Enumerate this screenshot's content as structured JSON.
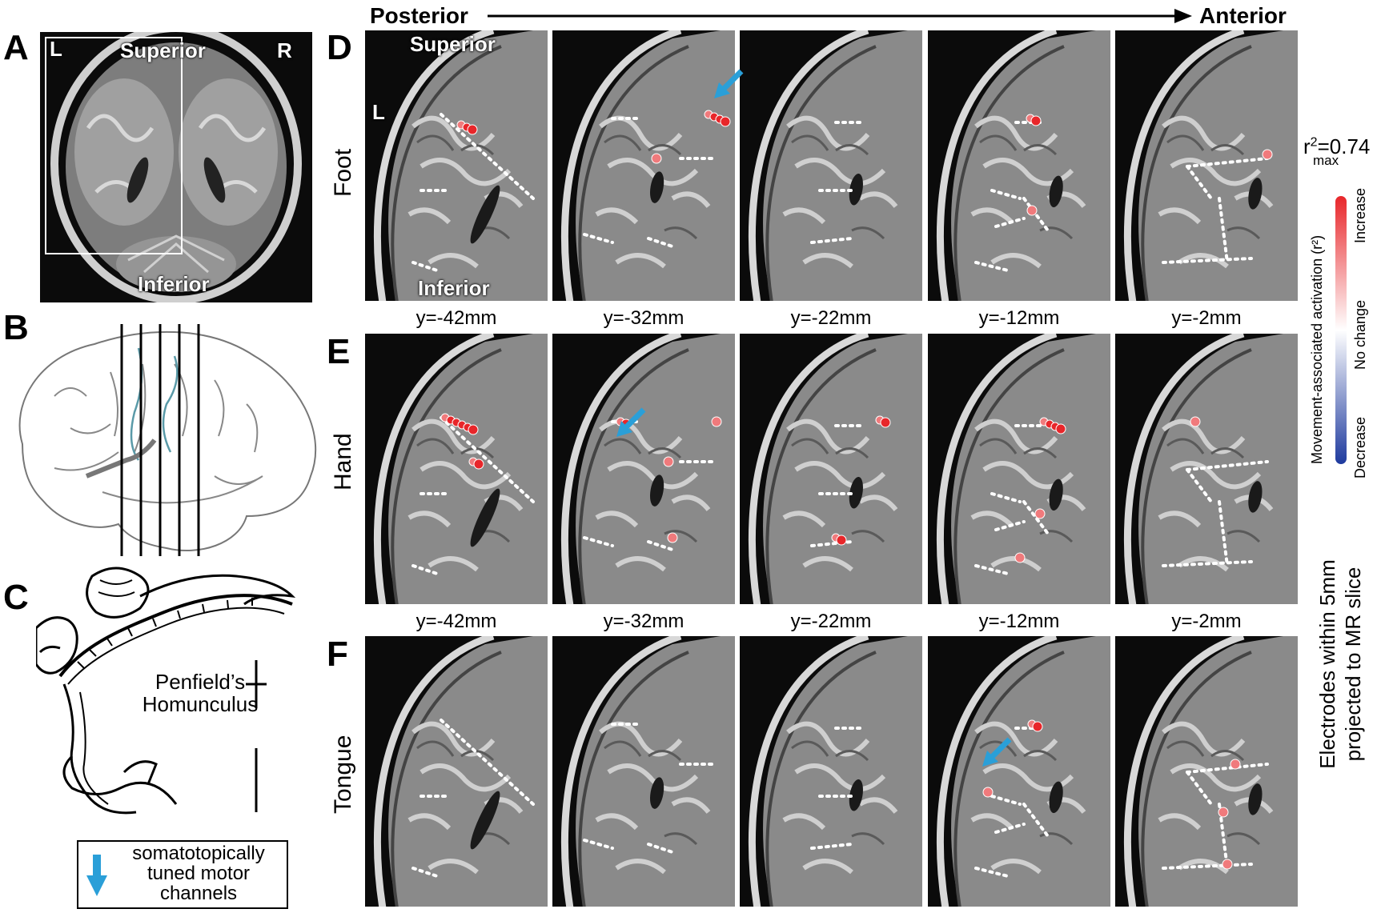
{
  "panels": {
    "A": {
      "letter": "A",
      "left": "L",
      "right": "R",
      "top": "Superior",
      "bottom": "Inferior"
    },
    "B": {
      "letter": "B"
    },
    "C": {
      "letter": "C",
      "homunculus": [
        "Penfield’s",
        "Homunculus"
      ],
      "legend": [
        "somatotopically",
        "tuned motor",
        "channels"
      ]
    },
    "D": {
      "letter": "D",
      "row": "Foot",
      "superior": "Superior",
      "inferior": "Inferior",
      "left": "L"
    },
    "E": {
      "letter": "E",
      "row": "Hand"
    },
    "F": {
      "letter": "F",
      "row": "Tongue"
    }
  },
  "header": {
    "posterior": "Posterior",
    "anterior": "Anterior"
  },
  "slices": [
    "y=-42mm",
    "y=-32mm",
    "y=-22mm",
    "y=-12mm",
    "y=-2mm"
  ],
  "colorbar": {
    "r2_label": "r",
    "r2_sup": "2",
    "r2_sub": "max",
    "r2_value": "=0.74",
    "title": "Movement-associated activation (r²)",
    "increase": "Increase",
    "nochange": "No change",
    "decrease": "Decrease",
    "colors": {
      "high": "#e8262a",
      "mid": "#ffffff",
      "low": "#1e3a9e"
    }
  },
  "side_note": [
    "Electrodes within 5mm",
    "projected to MR slice"
  ],
  "arrow_color": "#2a9fd8"
}
